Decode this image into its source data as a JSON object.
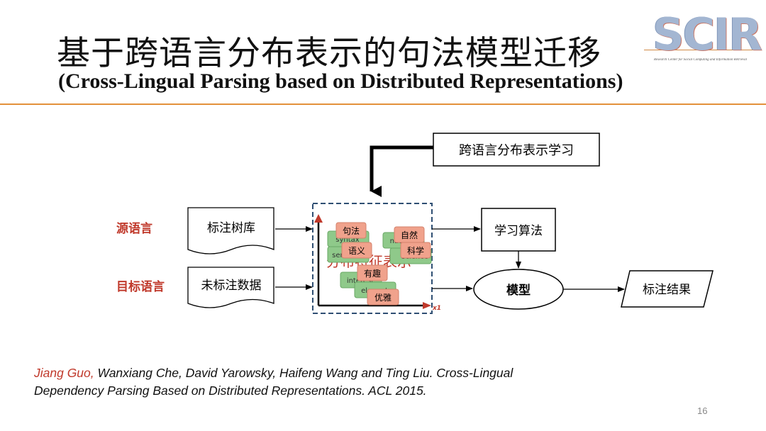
{
  "title_cn": "基于跨语言分布表示的句法模型迁移",
  "title_en": "(Cross-Lingual Parsing based on Distributed Representations)",
  "logo": {
    "text": "SCIR",
    "subtitle": "Research Center for Social Computing and Information Retrieval"
  },
  "diagram": {
    "top_box": "跨语言分布表示学习",
    "source_label": "源语言",
    "target_label": "目标语言",
    "treebank": "标注树库",
    "unlabeled": "未标注数据",
    "learning_algo": "学习算法",
    "model": "模型",
    "result": "标注结果",
    "embedding": {
      "caption": "分布特征表示",
      "axis_label": "x1",
      "en_words": [
        "syntax",
        "semantic",
        "nature",
        "science",
        "interest",
        "elegant"
      ],
      "zh_words": [
        "句法",
        "语义",
        "自然",
        "科学",
        "有趣",
        "优雅"
      ]
    }
  },
  "citation": {
    "first_author": "Jiang Guo,",
    "rest_line1": " Wanxiang Che, David Yarowsky, Haifeng Wang and Ting Liu. Cross-Lingual",
    "line2": "Dependency Parsing Based on Distributed Representations. ACL 2015."
  },
  "page_number": "16",
  "colors": {
    "accent_rule": "#e3913a",
    "label_red": "#c0392b",
    "dashed_box": "#2f4f73",
    "green_card": "#8fc98a",
    "pink_card": "#f0a28c"
  }
}
